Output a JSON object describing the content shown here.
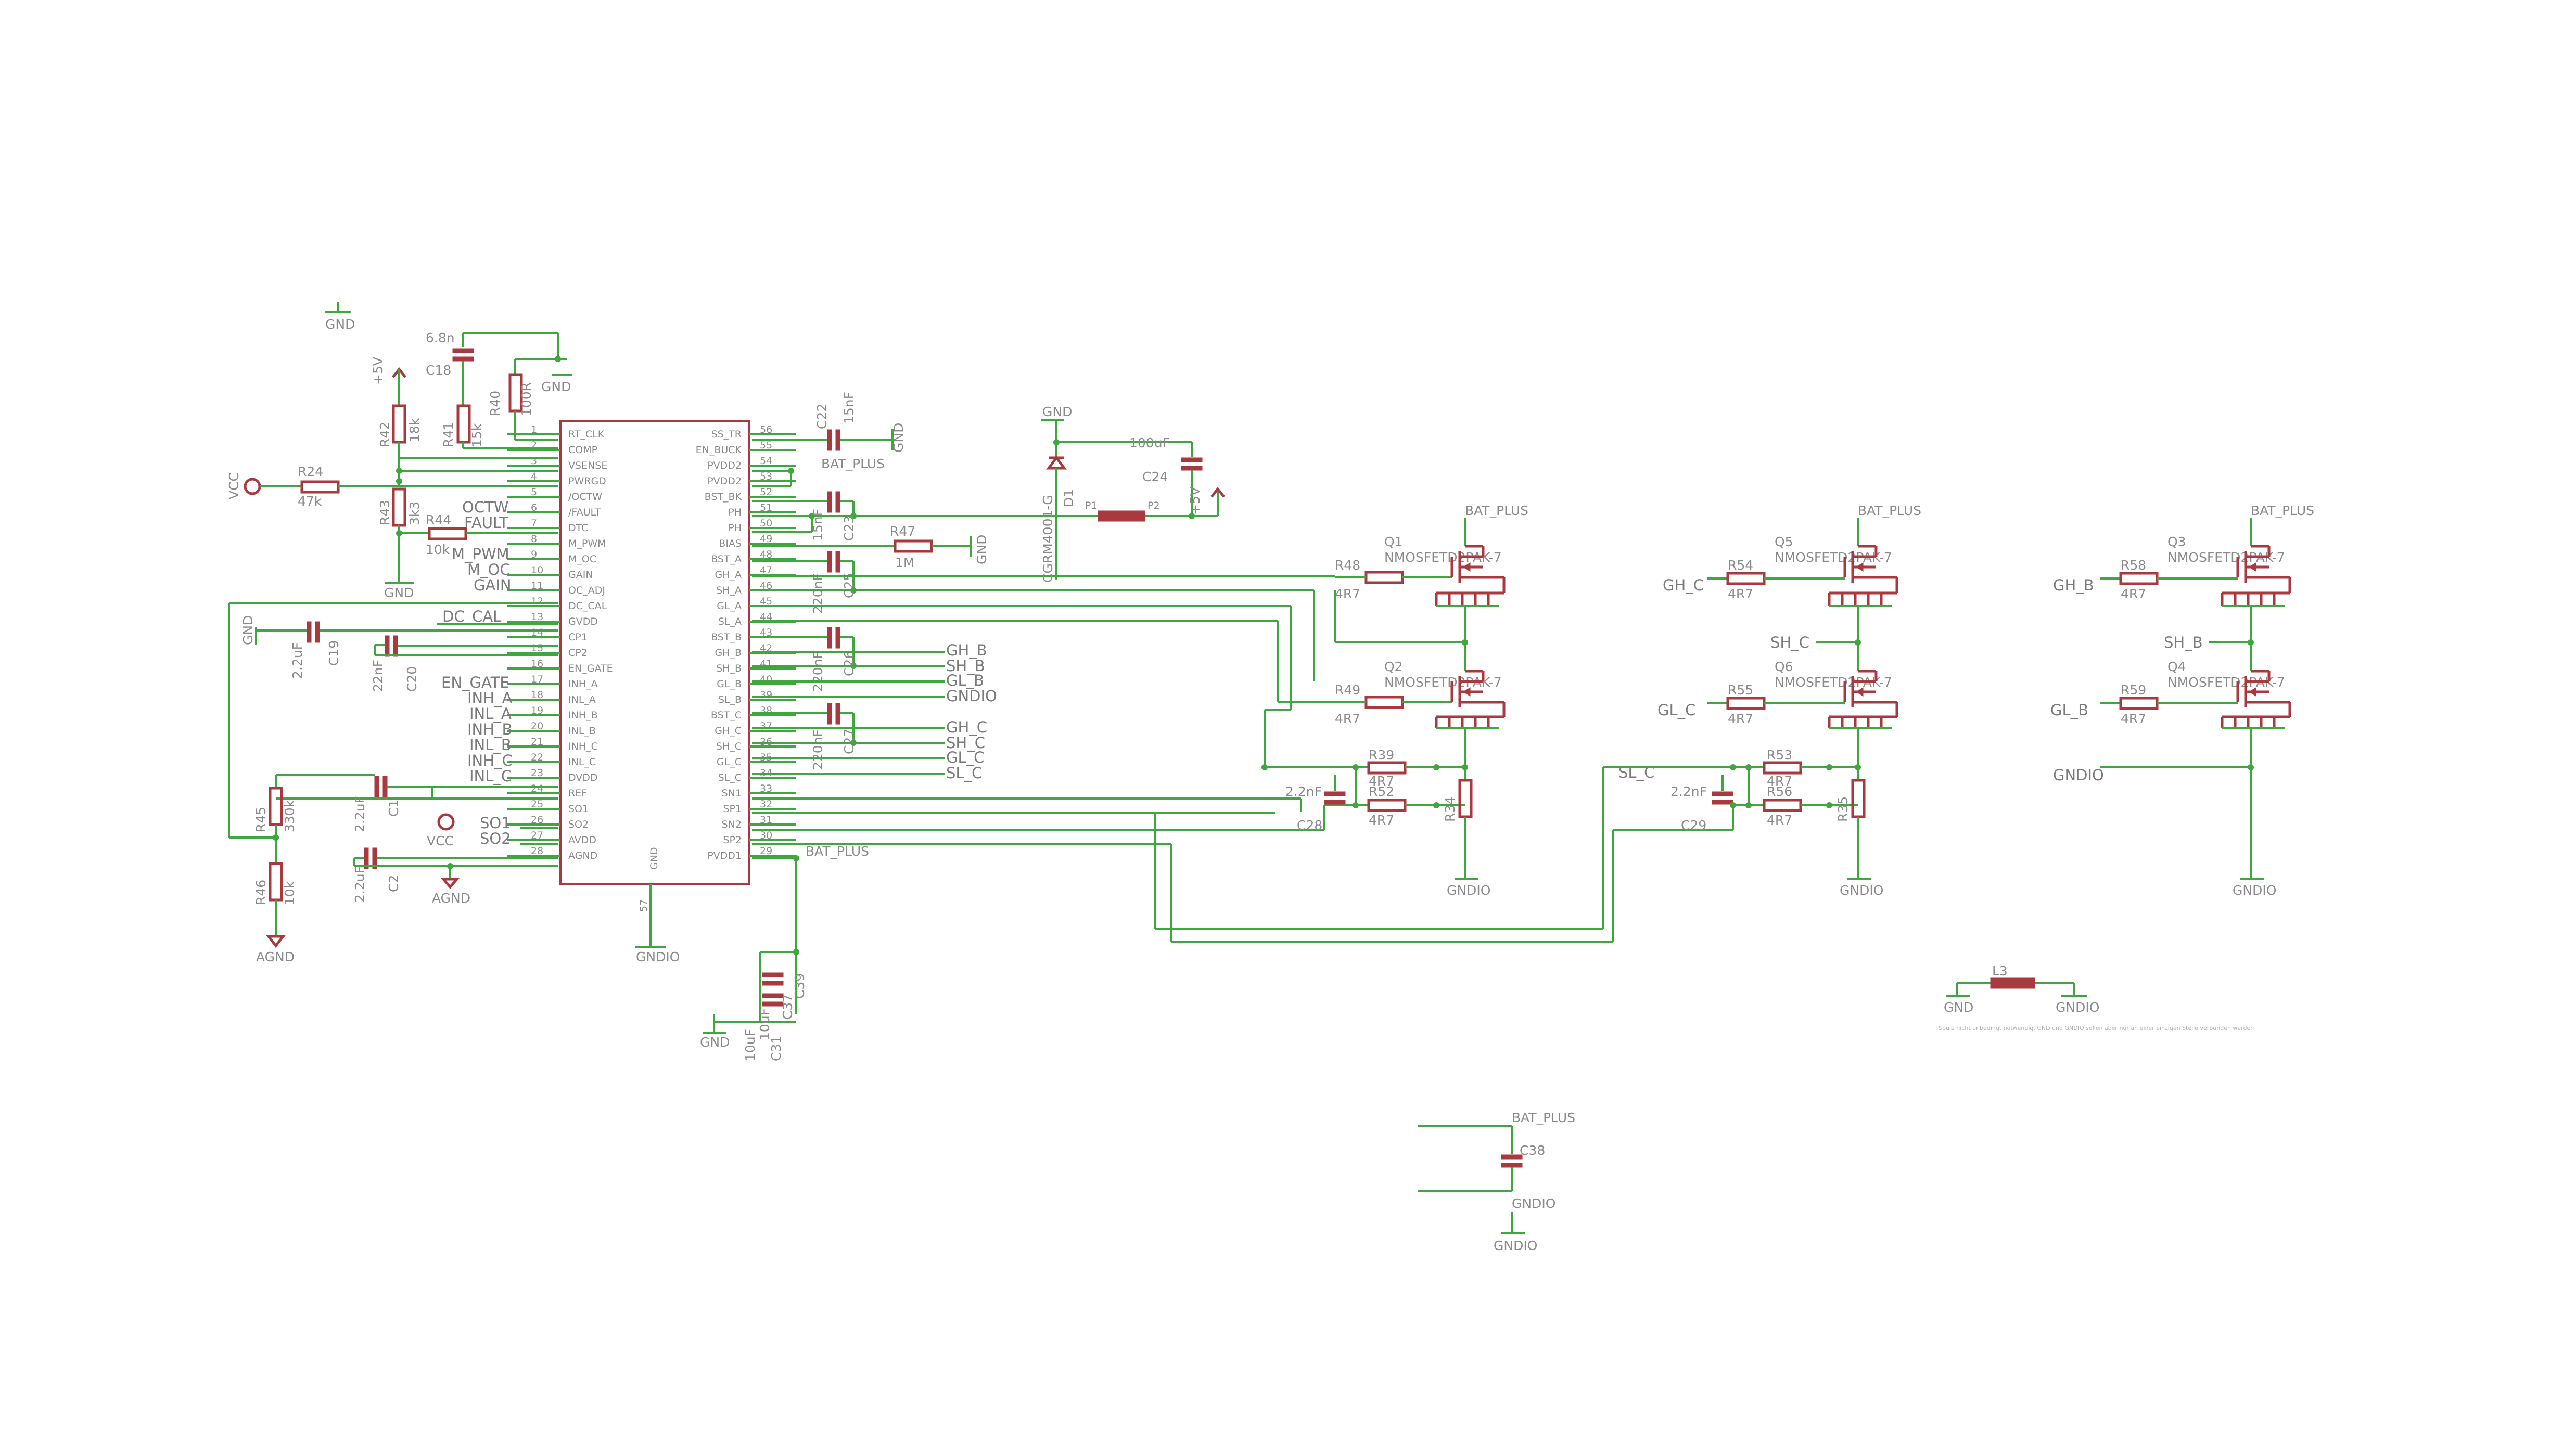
{
  "labels": {
    "gnd": "GND",
    "gndio": "GNDIO",
    "agnd": "AGND",
    "vcc": "VCC",
    "p5v": "+5V",
    "bat_plus": "BAT_PLUS",
    "dc_cal": "DC_CAL",
    "gain": "GAIN",
    "octw": "OCTW",
    "fault": "FAULT",
    "m_pwm": "M_PWM",
    "m_oc": "M_OC",
    "en_gate": "EN_GATE",
    "inh_a": "INH_A",
    "inl_a": "INL_A",
    "inh_b": "INH_B",
    "inl_b": "INL_B",
    "inh_c": "INH_C",
    "inl_c": "INL_C",
    "so1": "SO1",
    "so2": "SO2",
    "gh_b": "GH_B",
    "sh_b": "SH_B",
    "gl_b": "GL_B",
    "gndio_net": "GNDIO",
    "gh_c": "GH_C",
    "sh_c": "SH_C",
    "gl_c": "GL_C",
    "sl_c": "SL_C",
    "sh_c2": "SH_C",
    "gh_c2": "GH_C",
    "gl_c2": "GL_C",
    "gh_b2": "GH_B",
    "sh_b2": "SH_B",
    "gl_b2": "GL_B"
  },
  "ic": {
    "left_pins": [
      "RT_CLK",
      "COMP",
      "VSENSE",
      "PWRGD",
      "/OCTW",
      "/FAULT",
      "DTC",
      "M_PWM",
      "M_OC",
      "GAIN",
      "OC_ADJ",
      "DC_CAL",
      "GVDD",
      "CP1",
      "CP2",
      "EN_GATE",
      "INH_A",
      "INL_A",
      "INH_B",
      "INL_B",
      "INH_C",
      "INL_C",
      "DVDD",
      "REF",
      "SO1",
      "SO2",
      "AVDD",
      "AGND"
    ],
    "left_nums": [
      "1",
      "2",
      "3",
      "4",
      "5",
      "6",
      "7",
      "8",
      "9",
      "10",
      "11",
      "12",
      "13",
      "14",
      "15",
      "16",
      "17",
      "18",
      "19",
      "20",
      "21",
      "22",
      "23",
      "24",
      "25",
      "26",
      "27",
      "28"
    ],
    "right_pins": [
      "SS_TR",
      "EN_BUCK",
      "PVDD2",
      "PVDD2",
      "BST_BK",
      "PH",
      "PH",
      "BIAS",
      "BST_A",
      "GH_A",
      "SH_A",
      "GL_A",
      "SL_A",
      "BST_B",
      "GH_B",
      "SH_B",
      "GL_B",
      "SL_B",
      "BST_C",
      "GH_C",
      "SH_C",
      "GL_C",
      "SL_C",
      "SN1",
      "SP1",
      "SN2",
      "SP2",
      "PVDD1"
    ],
    "right_nums": [
      "56",
      "55",
      "54",
      "53",
      "52",
      "51",
      "50",
      "49",
      "48",
      "47",
      "46",
      "45",
      "44",
      "43",
      "42",
      "41",
      "40",
      "39",
      "38",
      "37",
      "36",
      "35",
      "34",
      "33",
      "32",
      "31",
      "30",
      "29"
    ],
    "gnd_pin": "GND",
    "gnd_num": "57"
  },
  "parts": {
    "c18": "C18",
    "c18v": "6.8n",
    "r40": "R40",
    "r40v": "100R",
    "r42": "R42",
    "r42v": "18k",
    "r41": "R41",
    "r41v": "15k",
    "r24": "R24",
    "r24v": "47k",
    "r43": "R43",
    "r43v": "3k3",
    "r44": "R44",
    "r44v": "10k",
    "c19": "C19",
    "c19v": "2.2uF",
    "c20": "C20",
    "c20v": "22nF",
    "c1": "C1",
    "c1v": "2.2uF",
    "c2": "C2",
    "c2v": "2.2uF",
    "r45": "R45",
    "r45v": "330k",
    "r46": "R46",
    "r46v": "10k",
    "c22": "C22",
    "c22v": "15nF",
    "c23": "C23",
    "c23v": "15nF",
    "r47": "R47",
    "r47v": "1M",
    "c25": "C25",
    "c25v": "220nF",
    "c26": "C26",
    "c26v": "220nF",
    "c27": "C27",
    "c27v": "220nF",
    "d1": "D1",
    "d1v": "CGRM4001-G",
    "c24": "C24",
    "c24v": "100uF",
    "l1_p1": "P1",
    "l1_p2": "P2",
    "c30": "10uF",
    "c31": "C31",
    "c31v": "10uF",
    "c37": "C37",
    "c39": "C39",
    "c38": "C38",
    "l3": "L3",
    "r48": "R48",
    "r48v": "4R7",
    "r49": "R49",
    "r49v": "4R7",
    "q1": "Q1",
    "q1v": "NMOSFETD2PAK-7",
    "q2": "Q2",
    "q2v": "NMOSFETD2PAK-7",
    "r39": "R39",
    "r39v": "4R7",
    "r52": "R52",
    "r52v": "4R7",
    "c28": "C28",
    "c28v": "2.2nF",
    "r34": "R34",
    "r54": "R54",
    "r54v": "4R7",
    "r55": "R55",
    "r55v": "4R7",
    "q5": "Q5",
    "q5v": "NMOSFETD2PAK-7",
    "q6": "Q6",
    "q6v": "NMOSFETD2PAK-7",
    "r53": "R53",
    "r53v": "4R7",
    "r56": "R56",
    "r56v": "4R7",
    "c29": "C29",
    "c29v": "2.2nF",
    "r35": "R35",
    "r58": "R58",
    "r58v": "4R7",
    "r59": "R59",
    "r59v": "4R7",
    "q3": "Q3",
    "q3v": "NMOSFETD2PAK-7",
    "q4": "Q4",
    "q4v": "NMOSFETD2PAK-7"
  },
  "note": "Spule nicht unbedingt notwendig. GND und GNDIO sollen aber nur an einer einzigen Stelle verbunden werden"
}
